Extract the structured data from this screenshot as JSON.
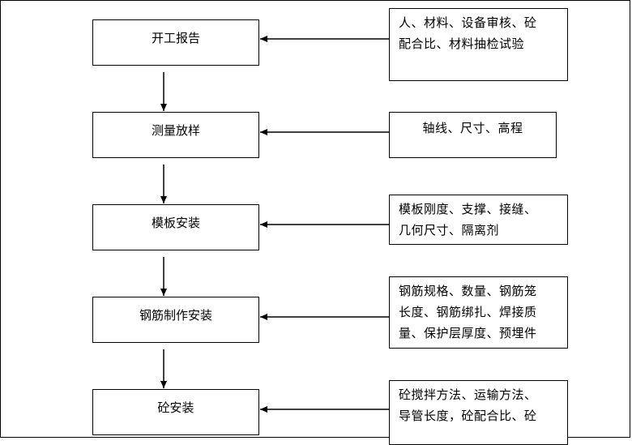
{
  "steps": [
    {
      "label": "开工报告",
      "checks": [
        "人、材料、设备审核、砼",
        "配合比、材料抽检试验"
      ]
    },
    {
      "label": "测量放样",
      "checks": [
        "轴线、尺寸、高程"
      ]
    },
    {
      "label": "模板安装",
      "checks": [
        "模板刚度、支撑、接缝、",
        "几何尺寸、隔离剂"
      ]
    },
    {
      "label": "钢筋制作安装",
      "checks": [
        "钢筋规格、数量、钢筋笼",
        "长度、钢筋绑扎、焊接质",
        "量、保护层厚度、预埋件"
      ]
    },
    {
      "label": "砼安装",
      "checks": [
        "砼搅拌方法、运输方法、",
        "导管长度，砼配合比、砼"
      ]
    }
  ]
}
